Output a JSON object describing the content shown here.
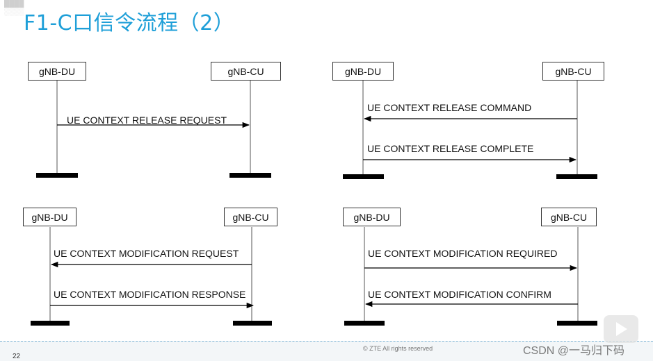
{
  "slide": {
    "title": "F1-C口信令流程（2）",
    "page_number": "22",
    "copyright": "© ZTE All rights reserved",
    "watermark": "CSDN @一马归下码"
  },
  "diagrams": [
    {
      "left_entity": "gNB-DU",
      "right_entity": "gNB-CU",
      "messages": [
        {
          "label": "UE CONTEXT RELEASE REQUEST",
          "direction": "to-right"
        }
      ]
    },
    {
      "left_entity": "gNB-DU",
      "right_entity": "gNB-CU",
      "messages": [
        {
          "label": "UE CONTEXT RELEASE COMMAND",
          "direction": "to-left"
        },
        {
          "label": "UE CONTEXT RELEASE COMPLETE",
          "direction": "to-right"
        }
      ]
    },
    {
      "left_entity": "gNB-DU",
      "right_entity": "gNB-CU",
      "messages": [
        {
          "label": "UE CONTEXT MODIFICATION REQUEST",
          "direction": "to-left"
        },
        {
          "label": "UE CONTEXT MODIFICATION RESPONSE",
          "direction": "to-right"
        }
      ]
    },
    {
      "left_entity": "gNB-DU",
      "right_entity": "gNB-CU",
      "messages": [
        {
          "label": "UE CONTEXT MODIFICATION REQUIRED",
          "direction": "to-right"
        },
        {
          "label": "UE CONTEXT MODIFICATION CONFIRM",
          "direction": "to-left"
        }
      ]
    }
  ],
  "colors": {
    "title": "#1e9fd8",
    "line": "#000000"
  }
}
